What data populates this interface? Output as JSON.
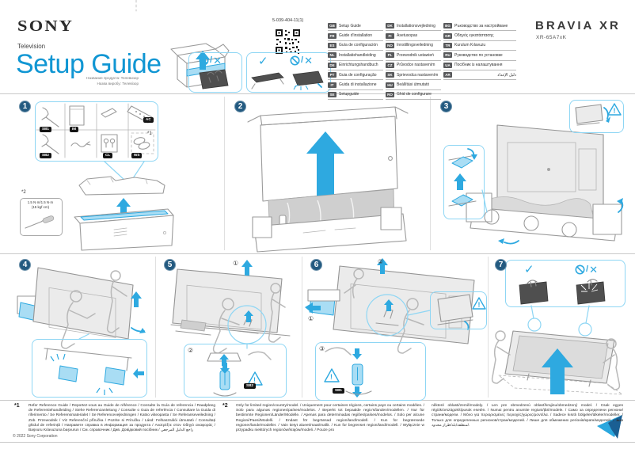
{
  "colors": {
    "accent_blue": "#1096d3",
    "arrow_blue": "#2ea9e0",
    "panel_border_blue": "#8ed6f4",
    "step_badge_navy": "#235a80",
    "lang_badge_gray": "#58595b"
  },
  "icons": {
    "check": "✓",
    "cross": "✕",
    "slash": "/",
    "warning": "!"
  },
  "header": {
    "logo": "SONY",
    "category": "Television",
    "title": "Setup Guide",
    "product_line1": "Название продукта: Телевизор",
    "product_line2": "Назва виробу: Телевізор",
    "doc_number": "5-039-404-11(1)",
    "brand": "BRAVIA XR",
    "model": "XR-65A7xK"
  },
  "languages": {
    "col1": [
      {
        "code": "GB",
        "label": "Setup Guide"
      },
      {
        "code": "FR",
        "label": "Guide d'installation"
      },
      {
        "code": "ES",
        "label": "Guía de configuración"
      },
      {
        "code": "NL",
        "label": "Installatiehandleiding"
      },
      {
        "code": "DE",
        "label": "Einrichtungshandbuch"
      },
      {
        "code": "PT",
        "label": "Guia de configuração"
      },
      {
        "code": "IT",
        "label": "Guida di installazione"
      },
      {
        "code": "SE",
        "label": "Setupguide"
      }
    ],
    "col2": [
      {
        "code": "DK",
        "label": "Installationsvejledning"
      },
      {
        "code": "FI",
        "label": "Asetusopas"
      },
      {
        "code": "NO",
        "label": "Innstillingsveiledning"
      },
      {
        "code": "PL",
        "label": "Przewodnik ustawień"
      },
      {
        "code": "CZ",
        "label": "Průvodce nastavením"
      },
      {
        "code": "SK",
        "label": "Sprievodca nastavením"
      },
      {
        "code": "HU",
        "label": "Beállítási útmutató"
      },
      {
        "code": "RO",
        "label": "Ghid de configurare"
      }
    ],
    "col3": [
      {
        "code": "BG",
        "label": "Ръководство за настройване"
      },
      {
        "code": "GR",
        "label": "Οδηγός εγκατάστασης"
      },
      {
        "code": "TR",
        "label": "Kurulum Kılavuzu"
      },
      {
        "code": "RU",
        "label": "Руководство по установке"
      },
      {
        "code": "UA",
        "label": "Посібник із налаштування"
      },
      {
        "code": "AR",
        "label": "دليل الإعداد"
      }
    ]
  },
  "steps": {
    "s1": {
      "num": "1"
    },
    "s2": {
      "num": "2"
    },
    "s3": {
      "num": "3"
    },
    "s4": {
      "num": "4"
    },
    "s5": {
      "num": "5"
    },
    "s6": {
      "num": "6"
    },
    "s7": {
      "num": "7"
    }
  },
  "parts": {
    "sb1": "SB1",
    "sb2": "SB2",
    "im": "IM",
    "cl": "CL",
    "ac": "AC",
    "ws": "WS",
    "ws_note": "*1",
    "torque_marker": "*2",
    "torque_line1": "1.5 N·m/1.5 N·m",
    "torque_line2": "(15 kgf·cm)"
  },
  "markers": {
    "m1": "①",
    "m2": "②",
    "m3": "③"
  },
  "step5": {
    "sb_badge": "SB2"
  },
  "step6": {
    "sb_badge": "SB1"
  },
  "footnotes": {
    "star1_marker": "*1",
    "star1_text": "Refer Reference Guide / Reportez-vous au Guide de référence / Consulte la Guía de referencia / Raadpleeg de Referentiehandleiding / Siehe Referenzanleitung / Consulte o Guia de referência / Consultare la Guida di riferimento / Se Referensmaterialet / Se Referencevejledningen / Katso viiteopasta / Se Referanseveiledning / Zob. Przewodnik / Viz Referenční příručka / Pozrite si Príručku / Lásd: Felhasználói útmutató / Consultați ghidul de referință / Направете справка в Информация за продукта / Ανατρέξτε στον Οδηγό αναφοράς / Başvuru Kılavuzuna başvurun / См. справочник / Див. Довідковий посібник / راجع الدليل المرجعي",
    "star2_marker": "*2",
    "star2_text_left": "Only for limited region/country/model. / Uniquement pour certaines régions, certains pays ou certains modèles. / Solo para algunas regiones/países/modelos. / Beperkt tot bepaalde regio's/landen/modellen. / Nur für bestimmte Regionen/Länder/Modelle. / Apenas para determinadas regiões/países/modelos. / Solo per alcune Regioni/Paesi/Modelli. / Endast för begränsad region/land/modell. / Kun for begrænsede regioner/lande/modeller. / Vain tietyt alueet/maat/mallit. / Kun for begrenset region/land/modell. / Wyłącznie w przypadku niektórych regionów/krajów/modeli. / Pouze pro",
    "star2_text_right": "některé oblasti/země/modely. / Len pre obmedzenú oblasť/krajinu/obmedzený model. / Csak egyes régiók/országok/típusok esetén. / Numai pentru anumite regiuni/țări/modele. / Само за определени региони/страни/модели. / Μόνο για περιορισμένες περιοχές/χώρες/μοντέλα. / Sadece kısıtlı bölgeler/ülkeler/modeller. / Только для определенных регионов/стран/моделей. / Лише для обмежених регіонів/країн/моделей. / فقط لمنطقة/بلد/طراز محدود.",
    "copyright": "© 2022 Sony Corporation"
  }
}
